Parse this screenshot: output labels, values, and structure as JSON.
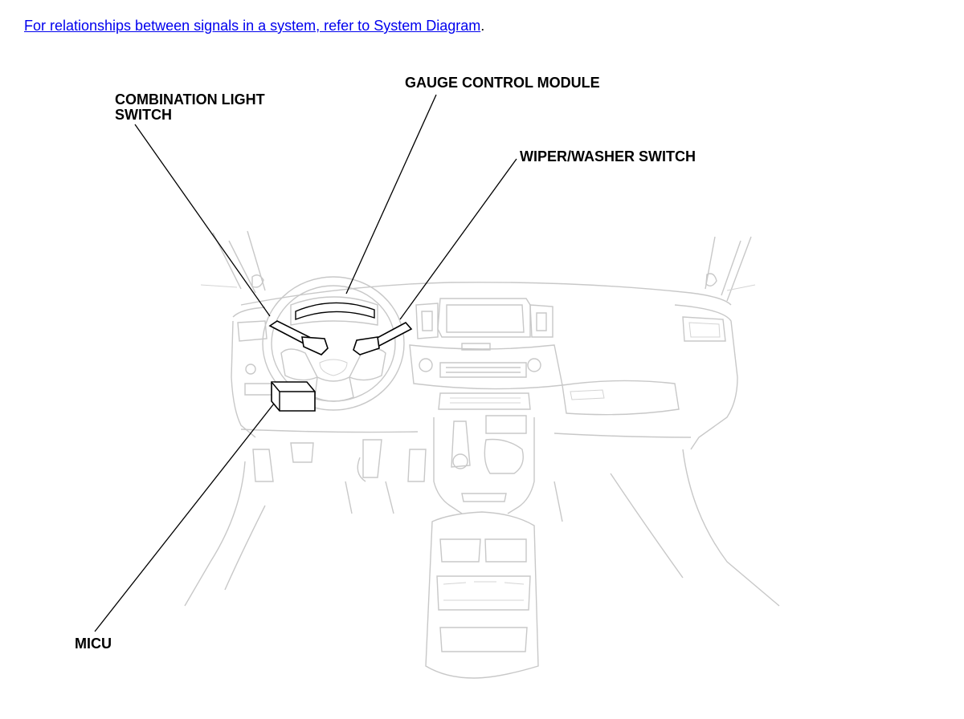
{
  "intro": {
    "link_text": "For relationships between signals in a system, refer to System Diagram",
    "suffix": "."
  },
  "callouts": {
    "gauge_control_module": "GAUGE CONTROL MODULE",
    "combination_light_switch_line1": "COMBINATION LIGHT",
    "combination_light_switch_line2": "SWITCH",
    "wiper_washer_switch": "WIPER/WASHER SWITCH",
    "micu": "MICU"
  }
}
